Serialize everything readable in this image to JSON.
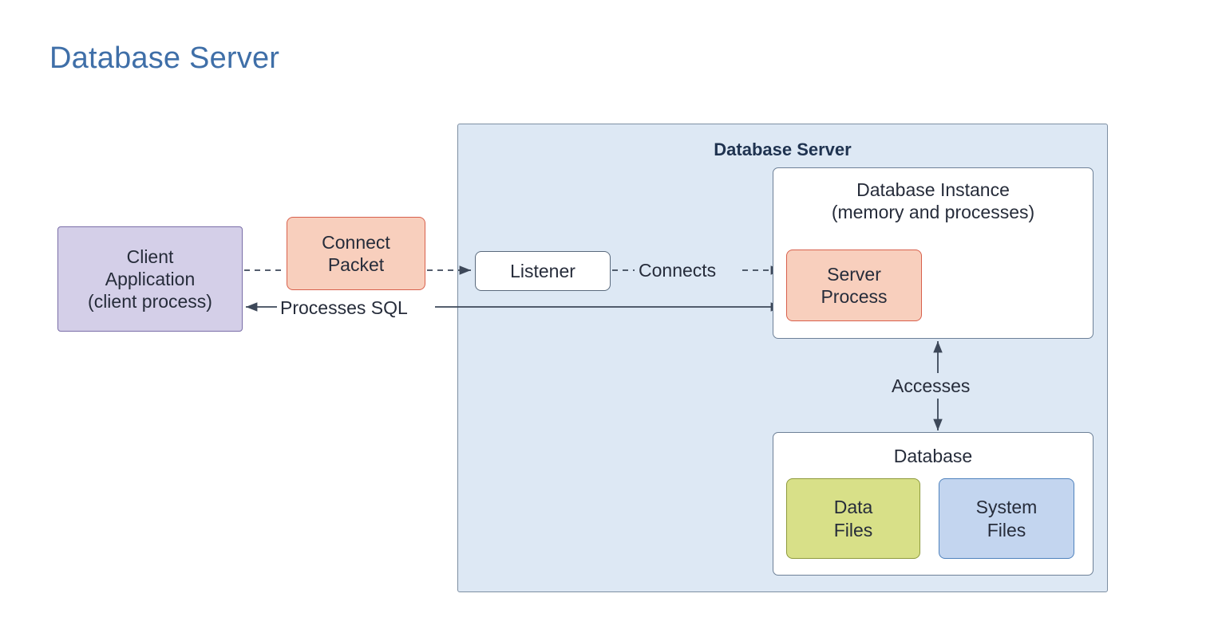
{
  "page": {
    "title": "Database Server",
    "background": "#ffffff",
    "title_color": "#3f6fa8"
  },
  "diagram": {
    "server_container": {
      "label": "Database Server",
      "fill": "#dde8f4",
      "stroke": "#7d8fa3"
    },
    "nodes": {
      "client_application": {
        "line1": "Client",
        "line2": "Application",
        "line3": "(client process)",
        "fill": "#d4cfe8",
        "stroke": "#7a6ea8"
      },
      "connect_packet": {
        "line1": "Connect",
        "line2": "Packet",
        "fill": "#f8cfbd",
        "stroke": "#d8604c"
      },
      "listener": {
        "label": "Listener",
        "fill": "#ffffff",
        "stroke": "#5a6a7d"
      },
      "database_instance": {
        "line1": "Database Instance",
        "line2": "(memory and processes)",
        "fill": "#ffffff",
        "stroke": "#6d8097"
      },
      "server_process": {
        "line1": "Server",
        "line2": "Process",
        "fill": "#f8cfbd",
        "stroke": "#d8604c"
      },
      "database": {
        "label": "Database",
        "fill": "#ffffff",
        "stroke": "#6d8097"
      },
      "data_files": {
        "line1": "Data",
        "line2": "Files",
        "fill": "#d8e088",
        "stroke": "#8e9a3c"
      },
      "system_files": {
        "line1": "System",
        "line2": "Files",
        "fill": "#c3d5ef",
        "stroke": "#4f82bd"
      }
    },
    "edges": {
      "connects": {
        "label": "Connects",
        "style": "dashed",
        "direction": "forward"
      },
      "processes_sql": {
        "label": "Processes SQL",
        "style": "solid",
        "direction": "both"
      },
      "accesses": {
        "label": "Accesses",
        "style": "solid",
        "direction": "both"
      },
      "client_to_packet": {
        "label": "",
        "style": "dashed",
        "direction": "forward"
      },
      "packet_to_listener": {
        "label": "",
        "style": "dashed",
        "direction": "forward"
      }
    }
  }
}
